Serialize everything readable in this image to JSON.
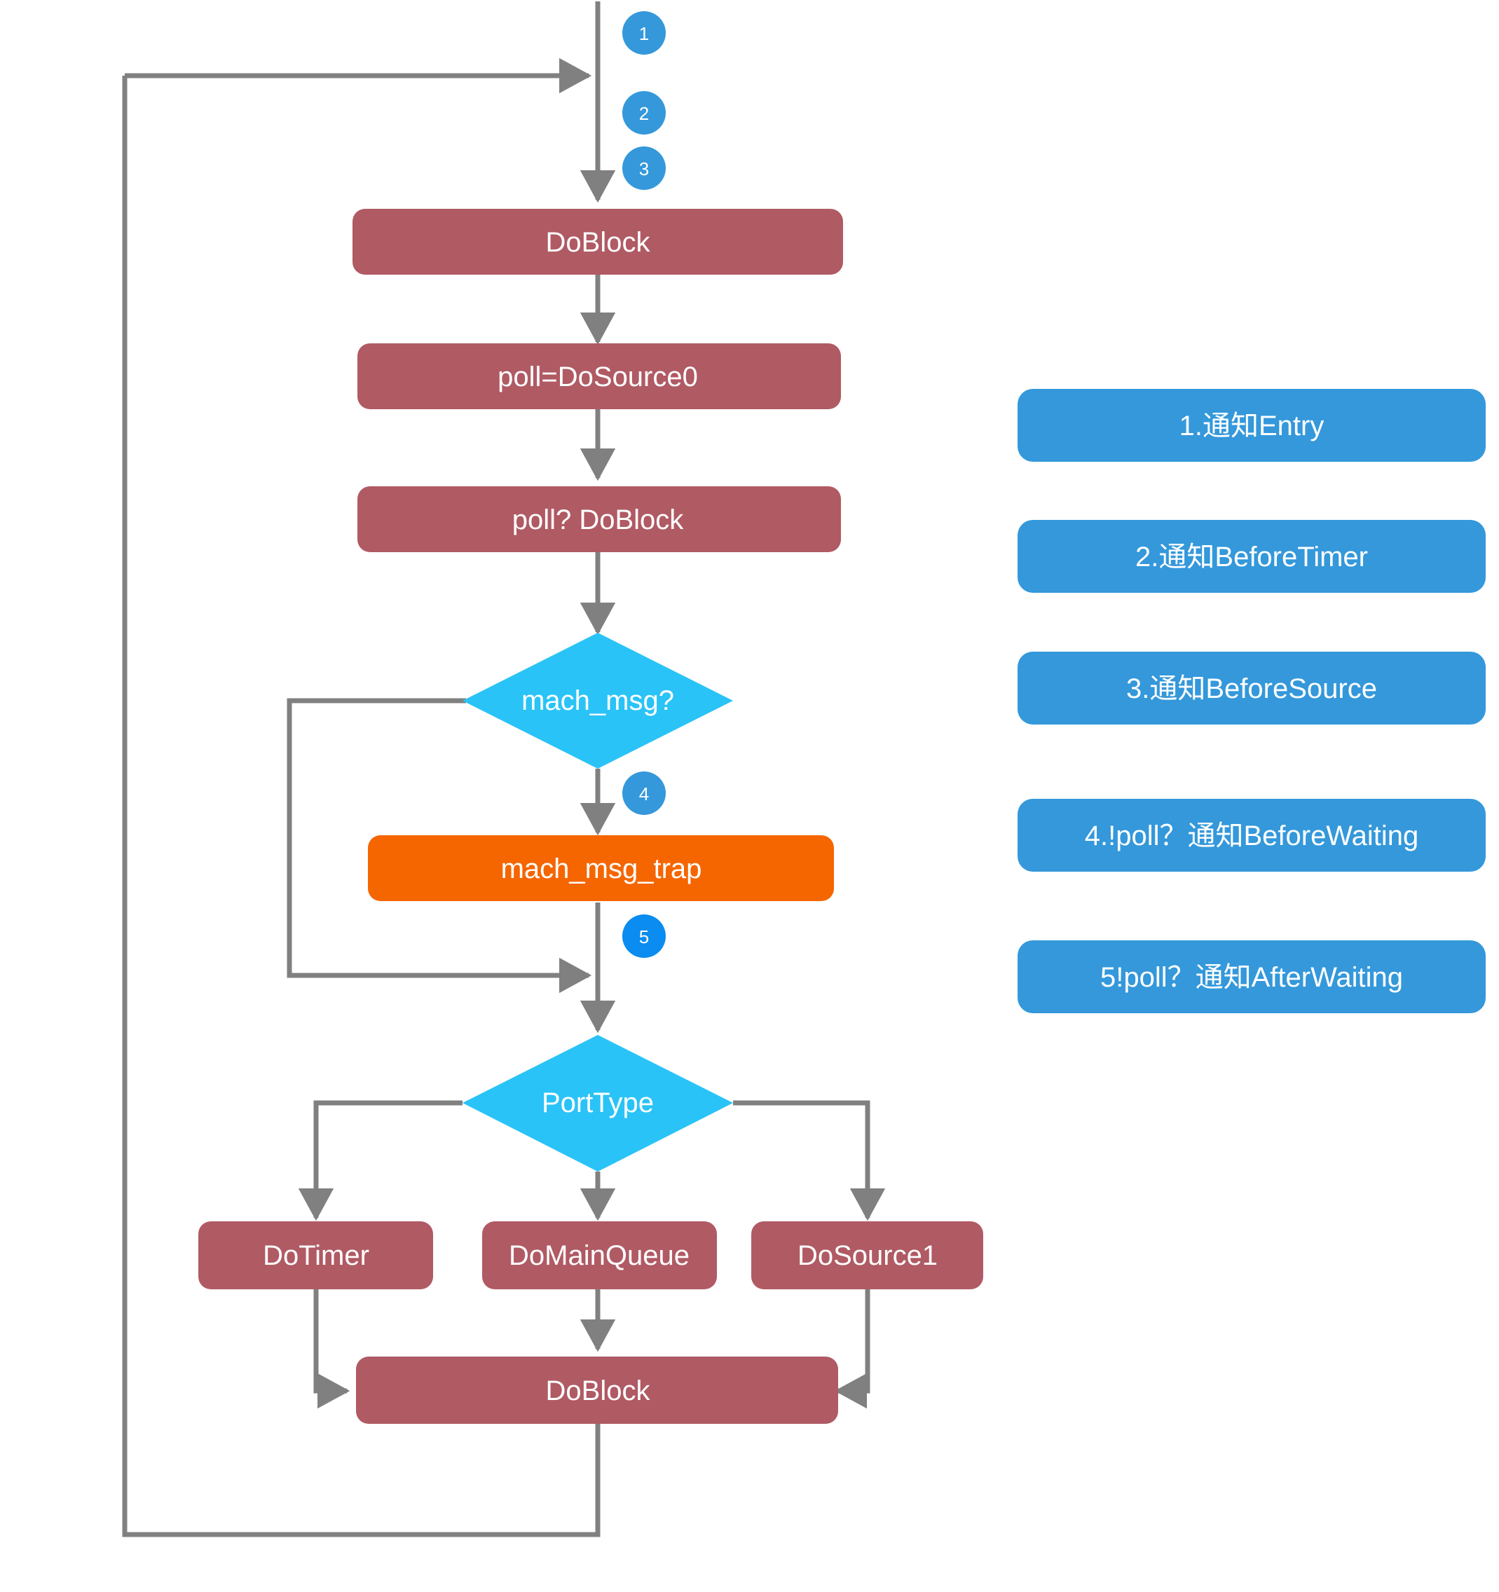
{
  "colors": {
    "process_fill": "#b05a64",
    "decision_fill": "#2ac3f7",
    "highlight_fill": "#f56600",
    "legend_fill": "#3498db",
    "badge_fill": "#3498db",
    "badge_fill_alt": "#0a8cf0",
    "edge_stroke": "#808080",
    "label_text": "#ffffff",
    "background": "#ffffff"
  },
  "flow": {
    "nodes": [
      {
        "id": "do_block_top",
        "label": "DoBlock",
        "shape": "process"
      },
      {
        "id": "poll_dosource0",
        "label": "poll=DoSource0",
        "shape": "process"
      },
      {
        "id": "poll_doblock",
        "label": "poll?  DoBlock",
        "shape": "process"
      },
      {
        "id": "mach_msg",
        "label": "mach_msg?",
        "shape": "decision"
      },
      {
        "id": "mach_msg_trap",
        "label": "mach_msg_trap",
        "shape": "highlight"
      },
      {
        "id": "port_type",
        "label": "PortType",
        "shape": "decision"
      },
      {
        "id": "do_timer",
        "label": "DoTimer",
        "shape": "process"
      },
      {
        "id": "do_main_queue",
        "label": "DoMainQueue",
        "shape": "process"
      },
      {
        "id": "do_source1",
        "label": "DoSource1",
        "shape": "process"
      },
      {
        "id": "do_block_bottom",
        "label": "DoBlock",
        "shape": "process"
      }
    ],
    "badges": [
      {
        "id": "badge-1",
        "label": "1"
      },
      {
        "id": "badge-2",
        "label": "2"
      },
      {
        "id": "badge-3",
        "label": "3"
      },
      {
        "id": "badge-4",
        "label": "4"
      },
      {
        "id": "badge-5",
        "label": "5"
      }
    ]
  },
  "legend": {
    "items": [
      {
        "id": "legend-1",
        "label": "1.通知Entry"
      },
      {
        "id": "legend-2",
        "label": "2.通知BeforeTimer"
      },
      {
        "id": "legend-3",
        "label": "3.通知BeforeSource"
      },
      {
        "id": "legend-4",
        "label": "4.!poll？通知BeforeWaiting"
      },
      {
        "id": "legend-5",
        "label": "5!poll？通知AfterWaiting"
      }
    ]
  }
}
